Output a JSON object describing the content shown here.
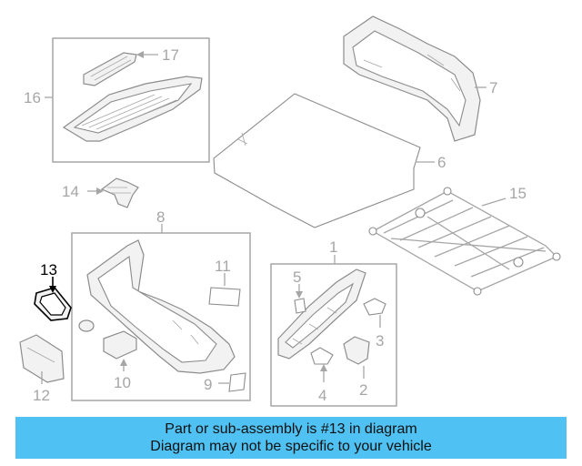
{
  "callouts": {
    "c1": "1",
    "c2": "2",
    "c3": "3",
    "c4": "4",
    "c5": "5",
    "c6": "6",
    "c7": "7",
    "c8": "8",
    "c9": "9",
    "c10": "10",
    "c11": "11",
    "c12": "12",
    "c13": "13",
    "c14": "14",
    "c15": "15",
    "c16": "16",
    "c17": "17"
  },
  "highlighted_part": "13",
  "colors": {
    "banner_bg": "#4fc1f2",
    "highlight": "#000000",
    "line_gray": "#a6a6a6"
  },
  "banner": {
    "line1": "Part or sub-assembly is #13 in diagram",
    "line2": "Diagram may not be specific to your vehicle"
  }
}
